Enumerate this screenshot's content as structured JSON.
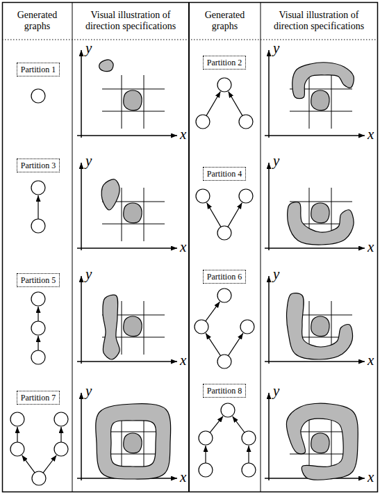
{
  "diagram": {
    "nodes": [
      {
        "text": [
          "Partition 1"
        ]
      },
      {
        "text": [
          "Partition 2"
        ]
      },
      {
        "text": [
          "Partition 3"
        ]
      },
      {
        "text": [
          "Partition 4"
        ]
      },
      {
        "text": [
          "Partition 5"
        ]
      },
      {
        "text": [
          "Partition 6"
        ]
      },
      {
        "text": [
          "Partition 7"
        ]
      },
      {
        "text": [
          "Partition 8"
        ]
      }
    ],
    "labels": [
      "Generated graphs",
      "Visual illustration of direction specifications",
      "Generated graphs",
      "Visual illustration of direction specifications",
      "y",
      "x",
      "y",
      "x",
      "y",
      "x",
      "y",
      "x",
      "y",
      "x",
      "y",
      "x",
      "y",
      "x",
      "y",
      "x"
    ]
  }
}
